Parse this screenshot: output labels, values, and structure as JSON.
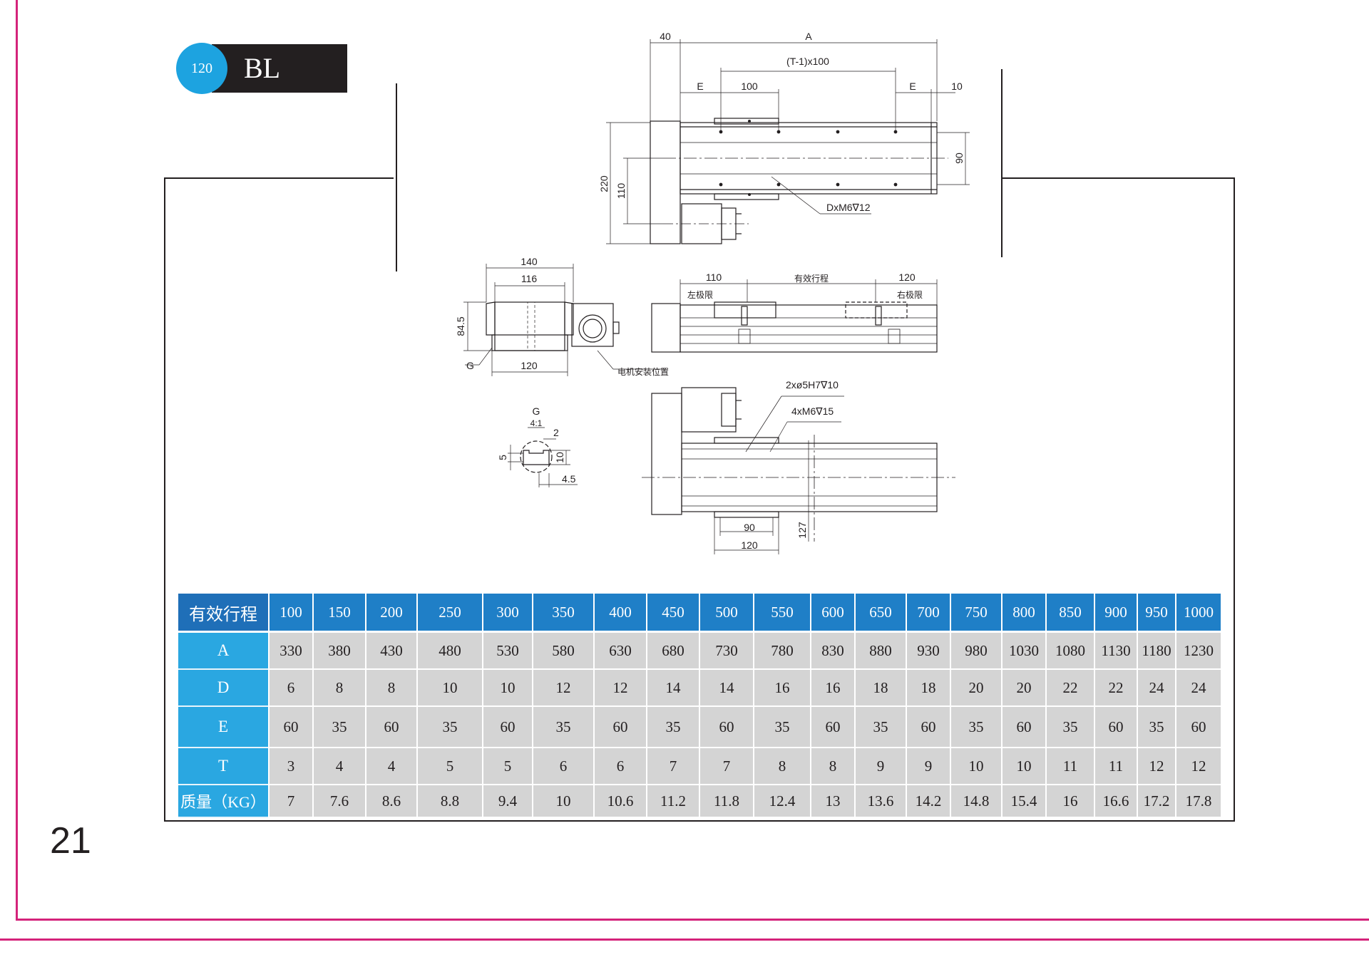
{
  "badge": {
    "number": "120",
    "series": "BL"
  },
  "drawing": {
    "top_view": {
      "dim_40": "40",
      "dim_A": "A",
      "dim_pitch": "(T-1)x100",
      "dim_E_left": "E",
      "dim_100": "100",
      "dim_E_right": "E",
      "dim_10": "10",
      "dim_220": "220",
      "dim_110": "110",
      "dim_90": "90",
      "callout_holes": "DxM6∇12"
    },
    "end_view": {
      "dim_140": "140",
      "dim_116": "116",
      "dim_84_5": "84.5",
      "dim_120": "120",
      "label_G": "G",
      "motor_position": "电机安装位置"
    },
    "side_view": {
      "dim_110": "110",
      "dim_stroke": "有效行程",
      "dim_120": "120",
      "left_limit": "左极限",
      "right_limit": "右极限"
    },
    "detail_G": {
      "label_G": "G",
      "scale": "4:1",
      "dim_2": "2",
      "dim_5": "5",
      "dim_10": "10",
      "dim_4_5": "4.5"
    },
    "bottom_view": {
      "callout_pins": "2xø5H7∇10",
      "callout_threads": "4xM6∇15",
      "dim_90": "90",
      "dim_120": "120",
      "dim_127": "127"
    }
  },
  "table": {
    "header": "有效行程",
    "columns": [
      "100",
      "150",
      "200",
      "250",
      "300",
      "350",
      "400",
      "450",
      "500",
      "550",
      "600",
      "650",
      "700",
      "750",
      "800",
      "850",
      "900",
      "950",
      "1000"
    ],
    "rows": [
      {
        "label": "A",
        "values": [
          "330",
          "380",
          "430",
          "480",
          "530",
          "580",
          "630",
          "680",
          "730",
          "780",
          "830",
          "880",
          "930",
          "980",
          "1030",
          "1080",
          "1130",
          "1180",
          "1230"
        ]
      },
      {
        "label": "D",
        "values": [
          "6",
          "8",
          "8",
          "10",
          "10",
          "12",
          "12",
          "14",
          "14",
          "16",
          "16",
          "18",
          "18",
          "20",
          "20",
          "22",
          "22",
          "24",
          "24"
        ]
      },
      {
        "label": "E",
        "values": [
          "60",
          "35",
          "60",
          "35",
          "60",
          "35",
          "60",
          "35",
          "60",
          "35",
          "60",
          "35",
          "60",
          "35",
          "60",
          "35",
          "60",
          "35",
          "60"
        ]
      },
      {
        "label": "T",
        "values": [
          "3",
          "4",
          "4",
          "5",
          "5",
          "6",
          "6",
          "7",
          "7",
          "8",
          "8",
          "9",
          "9",
          "10",
          "10",
          "11",
          "11",
          "12",
          "12"
        ]
      },
      {
        "label": "质量（KG）",
        "values": [
          "7",
          "7.6",
          "8.6",
          "8.8",
          "9.4",
          "10",
          "10.6",
          "11.2",
          "11.8",
          "12.4",
          "13",
          "13.6",
          "14.2",
          "14.8",
          "15.4",
          "16",
          "16.6",
          "17.2",
          "17.8"
        ]
      }
    ]
  },
  "page_number": "21"
}
